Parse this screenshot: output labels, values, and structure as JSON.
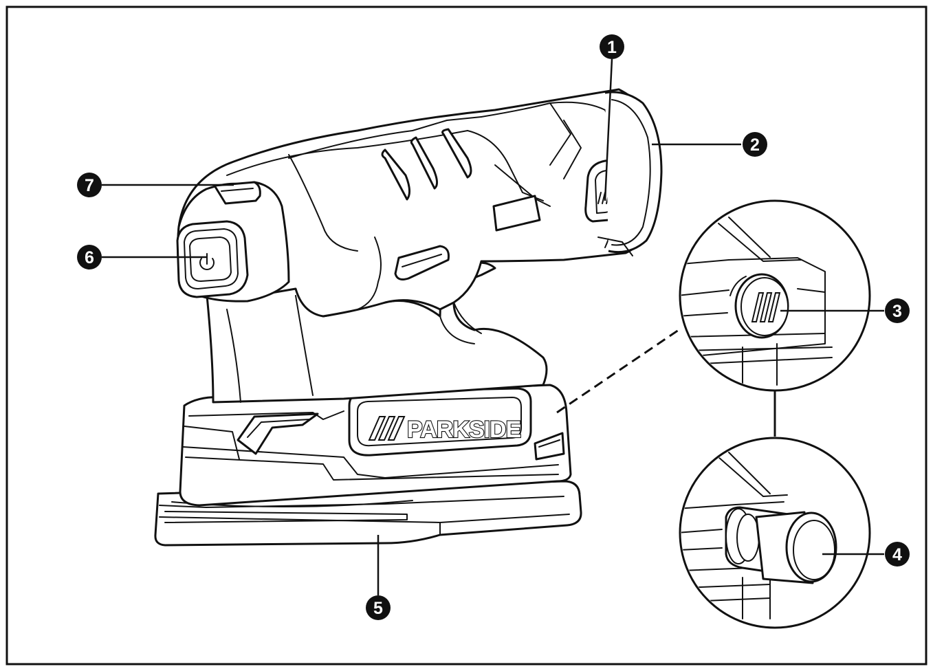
{
  "brand": {
    "logo_text": "PARKSIDE"
  },
  "callouts": [
    {
      "id": "1",
      "label": "1"
    },
    {
      "id": "2",
      "label": "2"
    },
    {
      "id": "3",
      "label": "3"
    },
    {
      "id": "4",
      "label": "4"
    },
    {
      "id": "5",
      "label": "5"
    },
    {
      "id": "6",
      "label": "6"
    },
    {
      "id": "7",
      "label": "7"
    }
  ],
  "colors": {
    "line": "#111111",
    "background": "#ffffff",
    "callout_fill": "#111111",
    "callout_text": "#ffffff"
  },
  "icons": {
    "power": "power-icon",
    "battery_release_marks": "slash-marks-icon"
  }
}
